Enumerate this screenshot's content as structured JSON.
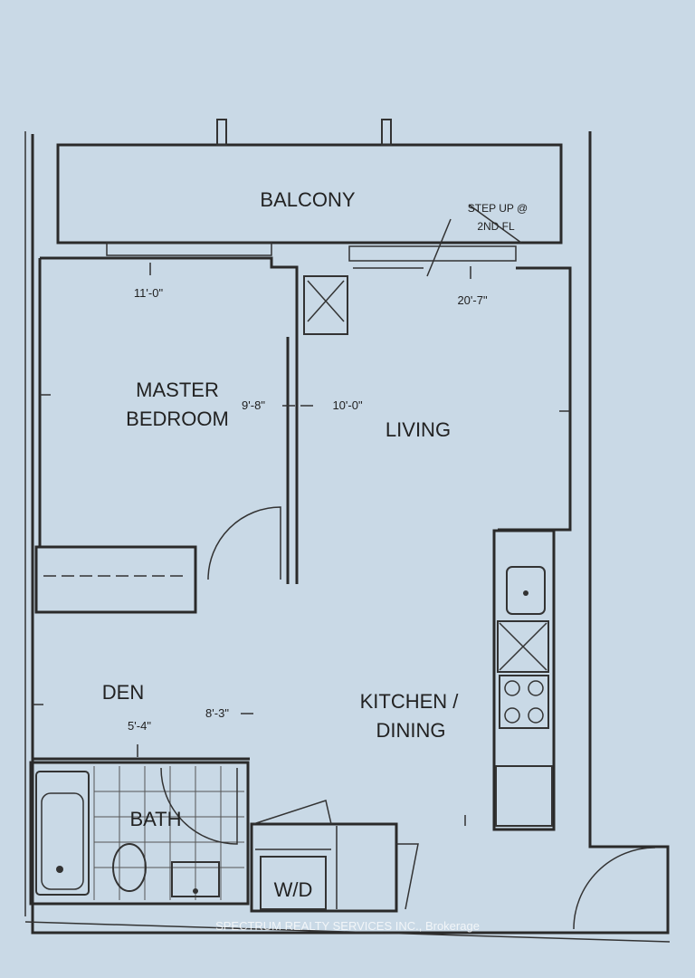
{
  "rooms": {
    "balcony": "BALCONY",
    "master_bedroom_line1": "MASTER",
    "master_bedroom_line2": "BEDROOM",
    "living": "LIVING",
    "den": "DEN",
    "kitchen_line1": "KITCHEN /",
    "kitchen_line2": "DINING",
    "bath": "BATH",
    "laundry": "W/D"
  },
  "notes": {
    "step_line1": "STEP UP @",
    "step_line2": "2ND FL"
  },
  "dimensions": {
    "bedroom_width": "11'-0\"",
    "living_width": "20'-7\"",
    "bedroom_depth": "9'-8\"",
    "living_depth": "10'-0\"",
    "den_depth": "8'-3\"",
    "den_width": "5'-4\""
  },
  "watermark": "SPECTRUM REALTY SERVICES INC., Brokerage",
  "colors": {
    "paper": "#c9d9e6",
    "ink": "#2a2a2a"
  }
}
